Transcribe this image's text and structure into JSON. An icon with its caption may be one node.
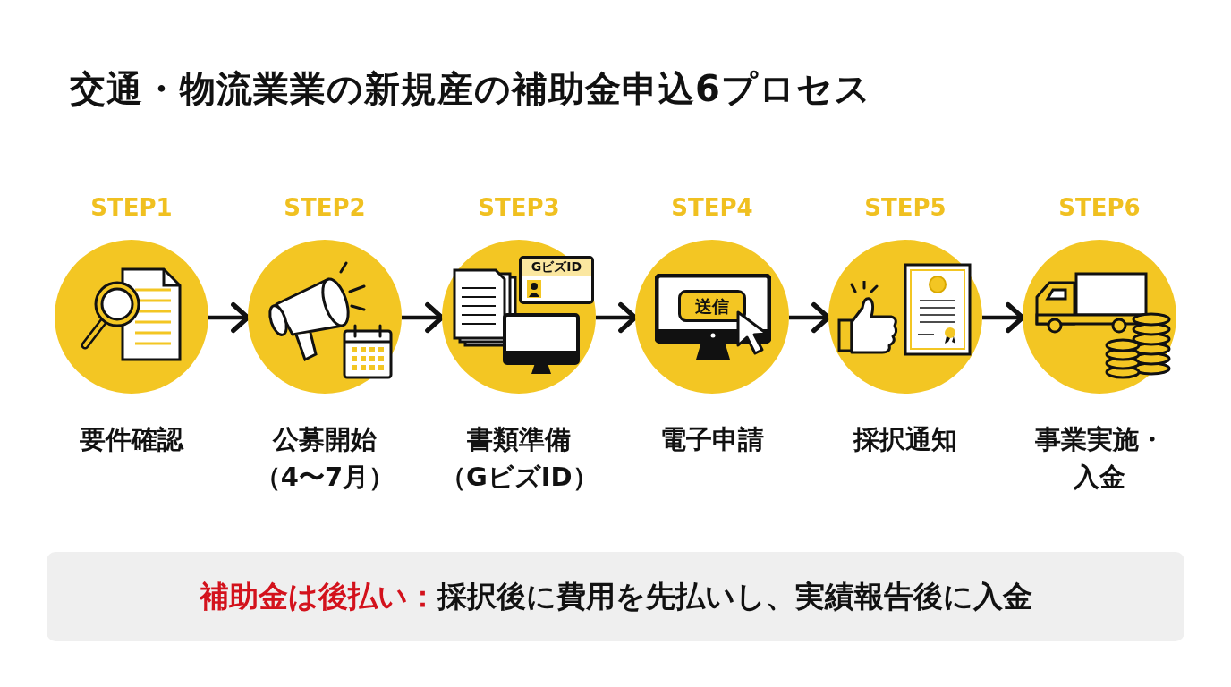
{
  "diagram": {
    "title": "交通・物流業業の新規産の補助金申込6プロセス",
    "nodes": [
      {
        "text": [
          "STEP1",
          "要件確認"
        ]
      },
      {
        "text": [
          "STEP2",
          "公募開始（4〜7月）"
        ]
      },
      {
        "text": [
          "STEP3",
          "書類準備（GビズID）"
        ]
      },
      {
        "text": [
          "STEP4",
          "電子申請"
        ]
      },
      {
        "text": [
          "STEP5",
          "採択通知"
        ]
      },
      {
        "text": [
          "STEP6",
          "事業実施・入金"
        ]
      },
      {
        "text": [
          "補助金は後払い：",
          "採択後に費用を先払いし、実績報告後に入金"
        ]
      }
    ],
    "edges": [
      {
        "from": 0,
        "to": 1,
        "arrow": "to"
      },
      {
        "from": 1,
        "to": 2,
        "arrow": "to"
      },
      {
        "from": 2,
        "to": 3,
        "arrow": "to"
      },
      {
        "from": 3,
        "to": 4,
        "arrow": "to"
      },
      {
        "from": 4,
        "to": 5,
        "arrow": "to"
      }
    ],
    "labels": [
      "GビズID",
      "送信"
    ]
  }
}
